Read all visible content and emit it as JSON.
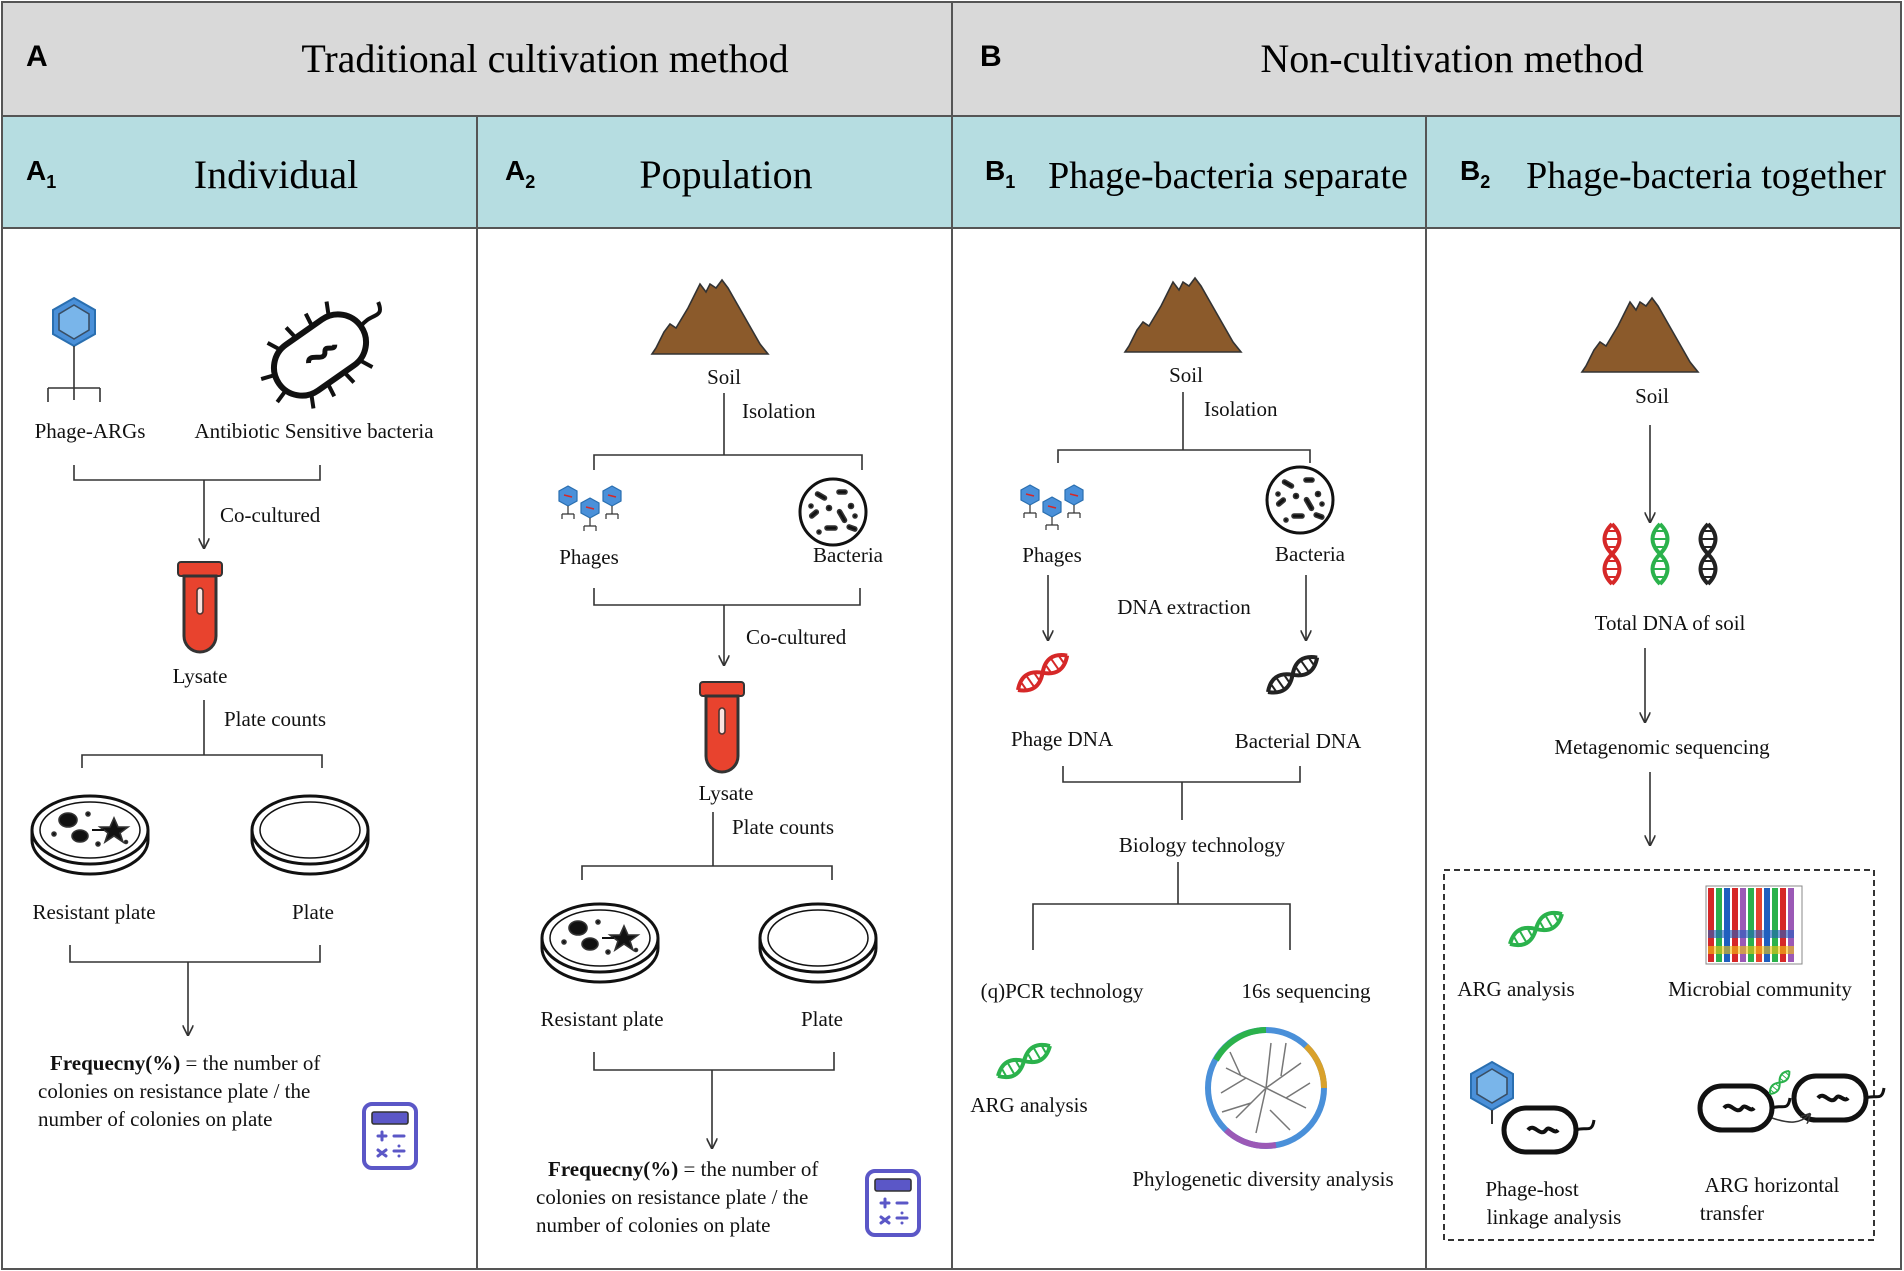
{
  "colors": {
    "header_gray": "#d9d9d9",
    "subheader_teal": "#b6dde1",
    "soil_brown": "#8b5a2b",
    "tube_red": "#e8432e",
    "calc_purple": "#5b57c7",
    "phage_blue": "#4a90d9",
    "dna_red": "#d62828",
    "dna_green": "#2bb24c"
  },
  "headers": {
    "A": {
      "letter": "A",
      "title": "Traditional cultivation method"
    },
    "B": {
      "letter": "B",
      "title": "Non-cultivation method"
    }
  },
  "subheaders": {
    "A1": {
      "letter": "A",
      "sub": "1",
      "title": "Individual"
    },
    "A2": {
      "letter": "A",
      "sub": "2",
      "title": "Population"
    },
    "B1": {
      "letter": "B",
      "sub": "1",
      "title": "Phage-bacteria separate"
    },
    "B2": {
      "letter": "B",
      "sub": "2",
      "title": "Phage-bacteria together"
    }
  },
  "panel_a1": {
    "phage": "Phage-ARGs",
    "bacteria": "Antibiotic Sensitive bacteria",
    "cocultured": "Co-cultured",
    "lysate": "Lysate",
    "plate_counts": "Plate counts",
    "resistant_plate": "Resistant plate",
    "plate": "Plate",
    "freq_bold": "Frequecny(%)",
    "freq_line1": " = the number of",
    "freq_line2": "colonies on resistance plate / the",
    "freq_line3": "number of colonies on plate"
  },
  "panel_a2": {
    "soil": "Soil",
    "isolation": "Isolation",
    "phages": "Phages",
    "bacteria": "Bacteria",
    "cocultured": "Co-cultured",
    "lysate": "Lysate",
    "plate_counts": "Plate counts",
    "resistant_plate": "Resistant plate",
    "plate": "Plate",
    "freq_bold": "Frequecny(%)",
    "freq_line1": " = the number of",
    "freq_line2": "colonies on resistance plate / the",
    "freq_line3": "number of colonies on plate"
  },
  "panel_b1": {
    "soil": "Soil",
    "isolation": "Isolation",
    "phages": "Phages",
    "bacteria": "Bacteria",
    "dna_extraction": "DNA extraction",
    "phage_dna": "Phage DNA",
    "bacterial_dna": "Bacterial DNA",
    "biology_technology": "Biology technology",
    "qpcr": "(q)PCR technology",
    "sequencing16s": "16s sequencing",
    "arg_analysis": "ARG analysis",
    "phylogenetic": "Phylogenetic diversity analysis"
  },
  "panel_b2": {
    "soil": "Soil",
    "total_dna": "Total DNA of soil",
    "metagenomic": "Metagenomic sequencing",
    "arg_analysis": "ARG analysis",
    "microbial_community": "Microbial community",
    "phage_host_1": "Phage-host",
    "phage_host_2": "linkage analysis",
    "arg_transfer_1": "ARG horizontal",
    "arg_transfer_2": "transfer"
  }
}
